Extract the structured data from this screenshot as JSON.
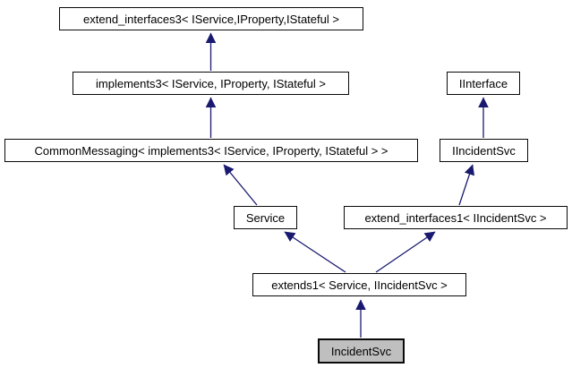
{
  "diagram": {
    "type": "class-inheritance-graph",
    "colors": {
      "background": "#ffffff",
      "node_border": "#0a0a0a",
      "node_fill": "#ffffff",
      "current_node_fill": "#bfbfbf",
      "arrow": "#191970"
    },
    "nodes": [
      {
        "id": "extend_interfaces3",
        "label": "extend_interfaces3< IService,IProperty,IStateful >",
        "current": false
      },
      {
        "id": "implements3",
        "label": "implements3< IService, IProperty, IStateful >",
        "current": false
      },
      {
        "id": "IInterface",
        "label": "IInterface",
        "current": false
      },
      {
        "id": "CommonMessaging",
        "label": "CommonMessaging< implements3< IService, IProperty, IStateful > >",
        "current": false
      },
      {
        "id": "IIncidentSvc",
        "label": "IIncidentSvc",
        "current": false
      },
      {
        "id": "Service",
        "label": "Service",
        "current": false
      },
      {
        "id": "extend_interfaces1",
        "label": "extend_interfaces1< IIncidentSvc >",
        "current": false
      },
      {
        "id": "extends1",
        "label": "extends1< Service, IIncidentSvc >",
        "current": false
      },
      {
        "id": "IncidentSvc",
        "label": "IncidentSvc",
        "current": true
      }
    ],
    "edges": [
      {
        "from": "implements3",
        "to": "extend_interfaces3"
      },
      {
        "from": "CommonMessaging",
        "to": "implements3"
      },
      {
        "from": "Service",
        "to": "CommonMessaging"
      },
      {
        "from": "IIncidentSvc",
        "to": "IInterface"
      },
      {
        "from": "extend_interfaces1",
        "to": "IIncidentSvc"
      },
      {
        "from": "extends1",
        "to": "Service"
      },
      {
        "from": "extends1",
        "to": "extend_interfaces1"
      },
      {
        "from": "IncidentSvc",
        "to": "extends1"
      }
    ]
  }
}
